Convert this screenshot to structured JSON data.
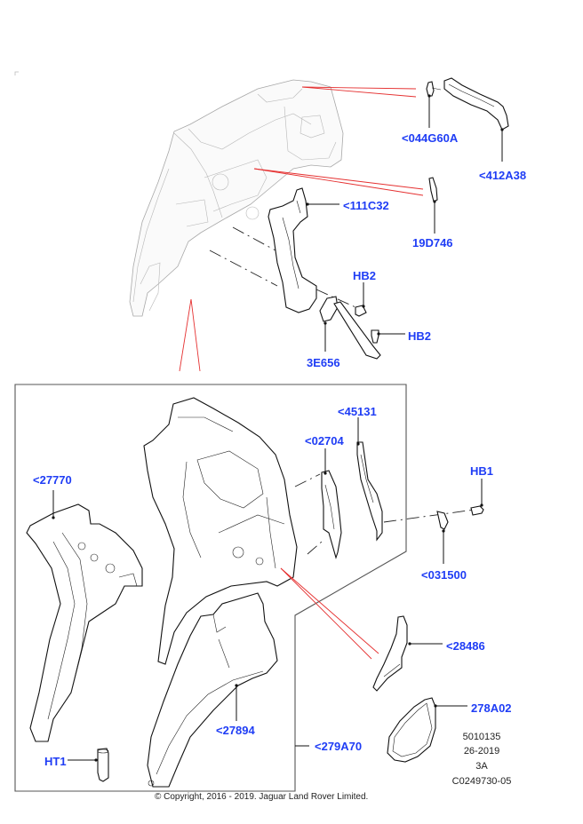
{
  "diagram": {
    "type": "parts-exploded-view",
    "accent_label_color": "#1f3df5",
    "callout_line_color": "#e53030",
    "callouts": {
      "p044G60A": "<044G60A",
      "p412A38": "<412A38",
      "p111C32": "<111C32",
      "p19D746": "19D746",
      "hb2_top": "HB2",
      "hb2_side": "HB2",
      "p3E656": "3E656",
      "p45131": "<45131",
      "p02704": "<02704",
      "hb1": "HB1",
      "p031500": "<031500",
      "p27770": "<27770",
      "p28486": "<28486",
      "p278A02": "278A02",
      "p27894": "<27894",
      "p279A70": "<279A70",
      "ht1": "HT1"
    },
    "reference": {
      "line1": "5010135",
      "line2": "26-2019",
      "line3": "3A",
      "line4": "C0249730-05"
    },
    "copyright": "© Copyright, 2016 - 2019. Jaguar Land Rover Limited."
  }
}
